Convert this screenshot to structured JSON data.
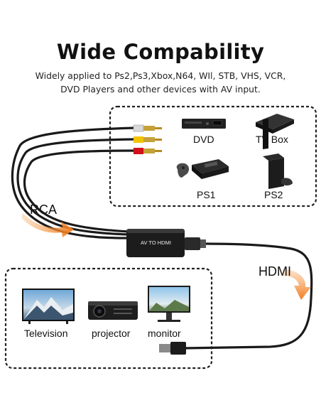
{
  "header": {
    "title": "Wide Compability",
    "subtitle_line1": "Widely applied to Ps2,Ps3,Xbox,N64, WIl, STB, VHS, VCR,",
    "subtitle_line2": "DVD Players and other devices with AV input."
  },
  "sources": [
    {
      "label": "DVD",
      "icon": "dvd-player-icon"
    },
    {
      "label": "TV Box",
      "icon": "tv-box-icon"
    },
    {
      "label": "PS1",
      "icon": "ps1-console-icon"
    },
    {
      "label": "PS2",
      "icon": "ps2-console-icon"
    }
  ],
  "displays": [
    {
      "label": "Television",
      "icon": "television-icon"
    },
    {
      "label": "projector",
      "icon": "projector-icon"
    },
    {
      "label": "monitor",
      "icon": "monitor-icon"
    }
  ],
  "cable": {
    "input_label": "RCA",
    "output_label": "HDMI",
    "converter_text": "AV TO HDMI"
  },
  "colors": {
    "arrow": "#f07d1e",
    "cable": "#1a1a1a",
    "rca_yellow": "#f2c400",
    "rca_red": "#d0101a",
    "rca_white": "#e8e8e8"
  }
}
